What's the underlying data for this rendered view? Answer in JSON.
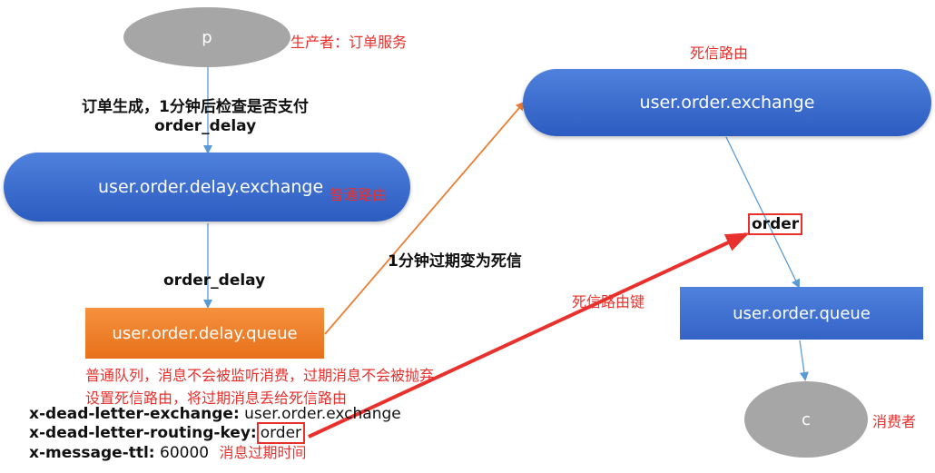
{
  "producer": {
    "label": "p",
    "note": "生产者：订单服务"
  },
  "consumer": {
    "label": "c",
    "note": "消费者"
  },
  "delay_exchange": {
    "label": "user.order.delay.exchange",
    "note": "普通路由"
  },
  "delay_queue": {
    "label": "user.order.delay.queue",
    "note1": "普通队列，消息不会被监听消费，过期消息不会被抛弃",
    "note2": "设置死信路由，将过期消息丢给死信路由"
  },
  "dlx_exchange": {
    "label": "user.order.exchange",
    "note": "死信路由"
  },
  "order_queue": {
    "label": "user.order.queue"
  },
  "edges": {
    "p_to_exchange": {
      "line1": "订单生成，1分钟后检查是否支付",
      "line2": "order_delay"
    },
    "exchange_to_queue": {
      "label": "order_delay"
    },
    "queue_to_dlx": {
      "label": "1分钟过期变为死信"
    },
    "dlx_to_queue": {
      "label": "order"
    },
    "dead_letter_key": {
      "label": "死信路由键"
    }
  },
  "args": [
    {
      "key": "x-dead-letter-exchange:",
      "value": " user.order.exchange",
      "note": ""
    },
    {
      "key": "x-dead-letter-routing-key:",
      "value": "order",
      "note": ""
    },
    {
      "key": "x-message-ttl:",
      "value": " 60000",
      "note": "消息过期时间"
    }
  ],
  "colors": {
    "pill_blue": "#2c5cc0",
    "box_blue": "#3f6fd0",
    "queue_orange": "#f07c1e",
    "node_gray": "#a6a6a6",
    "annotation_red": "#e8302c",
    "arrow_blue": "#5b9bd5",
    "arrow_orange": "#ed7d31"
  }
}
